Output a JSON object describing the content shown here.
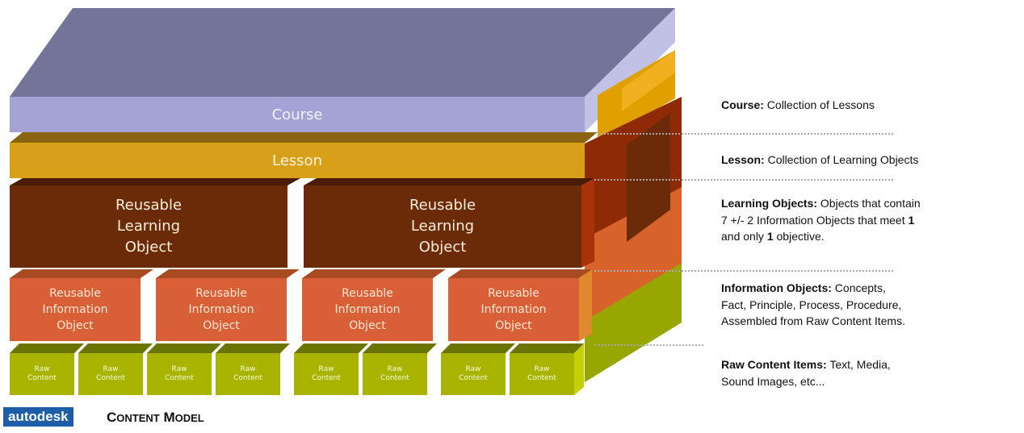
{
  "layers": {
    "course": "Course",
    "lesson": "Lesson",
    "rlo": [
      "Reusable",
      "Learning",
      "Object"
    ],
    "rio": [
      "Reusable",
      "Information",
      "Object"
    ],
    "raw": [
      "Raw",
      "Content"
    ]
  },
  "descriptions": [
    {
      "term": "Course:",
      "text": " Collection of Lessons"
    },
    {
      "term": "Lesson:",
      "text": " Collection of Learning Objects"
    },
    {
      "term": "Learning Objects:",
      "text": " Objects that contain",
      "line2": "7  +/-  2 Information Objects that meet ",
      "bold1": "1",
      "line3": "and only ",
      "bold2": "1",
      "line3_end": " objective."
    },
    {
      "term": "Information Objects:",
      "text": " Concepts,",
      "line2": "Fact, Principle, Process, Procedure,",
      "line3": "Assembled from Raw Content Items."
    },
    {
      "term": "Raw Content Items:",
      "text": " Text, Media,",
      "line2": "Sound Images, etc..."
    }
  ],
  "footer": {
    "logo": "autodesk",
    "title_big1": "C",
    "title_small1": "ONTENT",
    "title_big2": " M",
    "title_small2": "ODEL"
  },
  "colors": {
    "course": "#a3a3d6",
    "lesson": "#d8a018",
    "learning_object": "#6b2a08",
    "information_object": "#d95f36",
    "raw_content": "#a8b400",
    "logo_bg": "#1e5ea8"
  }
}
